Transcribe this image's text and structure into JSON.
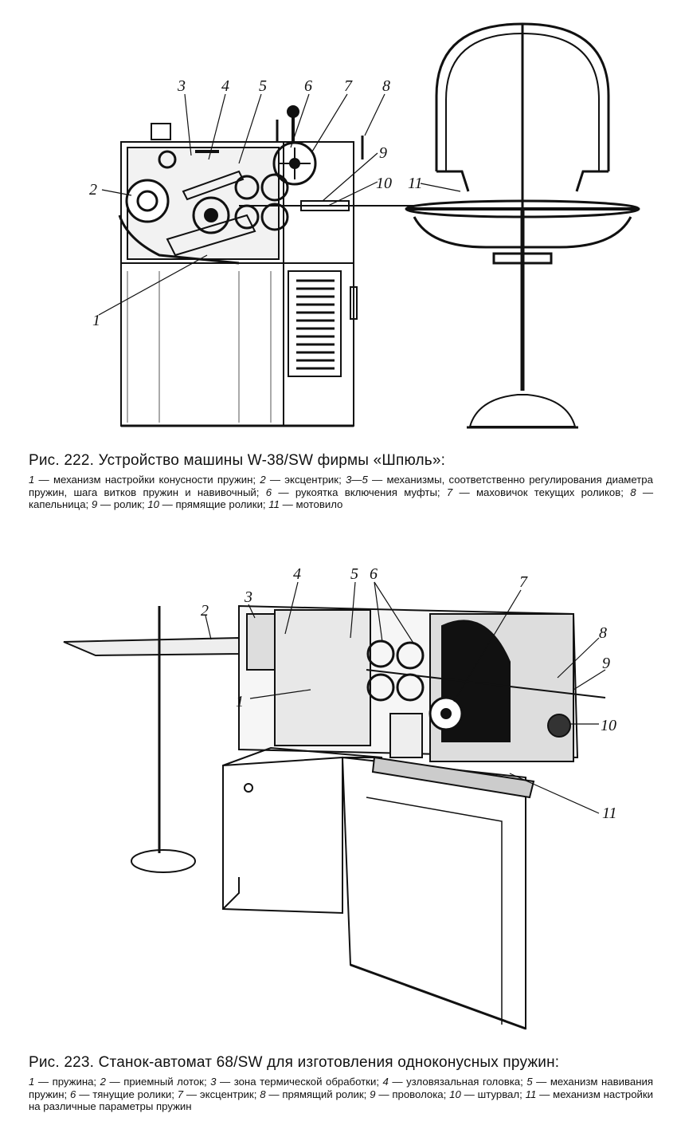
{
  "figure1": {
    "callouts": [
      "1",
      "2",
      "3",
      "4",
      "5",
      "6",
      "7",
      "8",
      "9",
      "10",
      "11"
    ],
    "caption_title": "Рис. 222. Устройство машины W-38/SW фирмы «Шпюль»:",
    "legend": [
      {
        "n": "1",
        "t": "механизм настройки конусности пружин;"
      },
      {
        "n": "2",
        "t": "эксцентрик;"
      },
      {
        "n": "3—5",
        "t": "механизмы, соответственно регулирования диаметра пружин, шага витков пружин и навивочный;"
      },
      {
        "n": "6",
        "t": "рукоятка включения муфты;"
      },
      {
        "n": "7",
        "t": "маховичок текущих роликов;"
      },
      {
        "n": "8",
        "t": "капельница;"
      },
      {
        "n": "9",
        "t": "ролик;"
      },
      {
        "n": "10",
        "t": "прямящие ролики;"
      },
      {
        "n": "11",
        "t": "мотовило"
      }
    ]
  },
  "figure2": {
    "callouts": [
      "1",
      "2",
      "3",
      "4",
      "5",
      "6",
      "7",
      "8",
      "9",
      "10",
      "11"
    ],
    "caption_title": "Рис. 223. Станок-автомат 68/SW для изготовления одноконусных пружин:",
    "legend": [
      {
        "n": "1",
        "t": "пружина;"
      },
      {
        "n": "2",
        "t": "приемный лоток;"
      },
      {
        "n": "3",
        "t": "зона термической обработки;"
      },
      {
        "n": "4",
        "t": "узловязальная головка;"
      },
      {
        "n": "5",
        "t": "механизм навивания пружин;"
      },
      {
        "n": "6",
        "t": "тянущие ролики;"
      },
      {
        "n": "7",
        "t": "эксцентрик;"
      },
      {
        "n": "8",
        "t": "прямящий ролик;"
      },
      {
        "n": "9",
        "t": "проволока;"
      },
      {
        "n": "10",
        "t": "штурвал;"
      },
      {
        "n": "11",
        "t": "механизм настройки на различные параметры пружин"
      }
    ]
  }
}
